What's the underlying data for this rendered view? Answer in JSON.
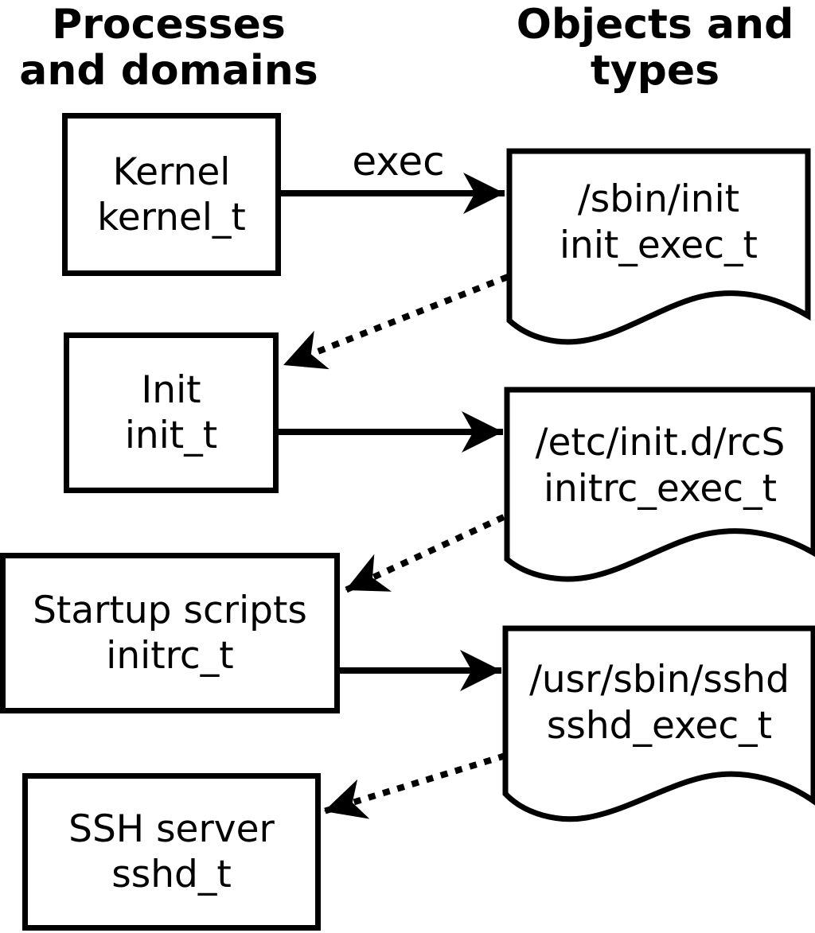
{
  "diagram": {
    "headers": {
      "left": {
        "line1": "Processes",
        "line2": "and domains"
      },
      "right": {
        "line1": "Objects and",
        "line2": "types"
      }
    },
    "processes": [
      {
        "name": "Kernel",
        "type": "kernel_t"
      },
      {
        "name": "Init",
        "type": "init_t"
      },
      {
        "name": "Startup scripts",
        "type": "initrc_t"
      },
      {
        "name": "SSH server",
        "type": "sshd_t"
      }
    ],
    "objects": [
      {
        "path": "/sbin/init",
        "type": "init_exec_t"
      },
      {
        "path": "/etc/init.d/rcS",
        "type": "initrc_exec_t"
      },
      {
        "path": "/usr/sbin/sshd",
        "type": "sshd_exec_t"
      }
    ],
    "labels": {
      "exec": "exec"
    },
    "edges": [
      {
        "from": "kernel_t",
        "to": "init_exec_t",
        "style": "solid",
        "label": "exec"
      },
      {
        "from": "init_exec_t",
        "to": "init_t",
        "style": "dotted",
        "label": ""
      },
      {
        "from": "init_t",
        "to": "initrc_exec_t",
        "style": "solid",
        "label": ""
      },
      {
        "from": "initrc_exec_t",
        "to": "initrc_t",
        "style": "dotted",
        "label": ""
      },
      {
        "from": "initrc_t",
        "to": "sshd_exec_t",
        "style": "solid",
        "label": ""
      },
      {
        "from": "sshd_exec_t",
        "to": "sshd_t",
        "style": "dotted",
        "label": ""
      }
    ],
    "colors": {
      "stroke": "#000000",
      "background": "#ffffff",
      "text": "#000000"
    }
  }
}
